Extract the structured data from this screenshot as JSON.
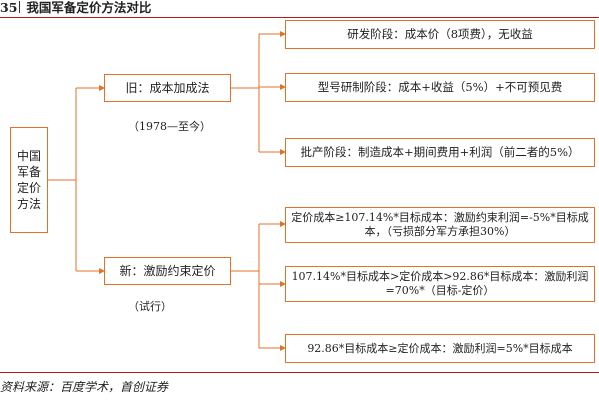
{
  "figure": {
    "number": "35",
    "title": "我国军备定价方法对比",
    "source": "资料来源：百度学术，首创证券"
  },
  "root": {
    "label": "中国\n军备\n定价\n方法"
  },
  "old_method": {
    "label": "旧：成本加成法",
    "note": "（1978—至今）",
    "stages": [
      "研发阶段：成本价（8项费），无收益",
      "型号研制阶段：成本+收益（5%）+不可预见费",
      "批产阶段：制造成本+期间费用+利润（前二者的5%）"
    ]
  },
  "new_method": {
    "label": "新：激励约束定价",
    "note": "（试行）",
    "rules": [
      "定价成本≥107.14%*目标成本：激励约束利润=-5%*目标成本，（亏损部分军方承担30%）",
      "107.14%*目标成本>定价成本>92.86*目标成本：激励利润=70%*（目标-定价）",
      "92.86*目标成本≥定价成本：激励利润=5%*目标成本"
    ]
  },
  "colors": {
    "line": "#e0722a",
    "rule": "#b31a1a"
  }
}
